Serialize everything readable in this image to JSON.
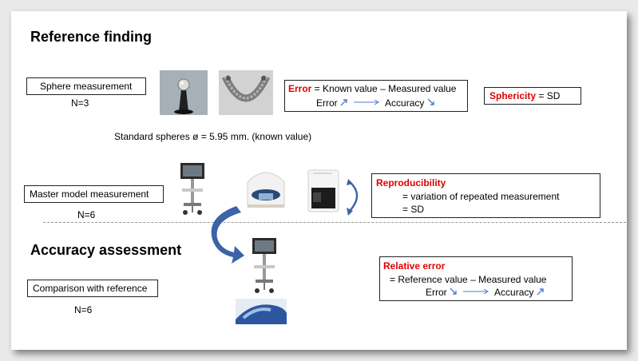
{
  "sections": {
    "reference_title": "Reference finding",
    "accuracy_title": "Accuracy assessment"
  },
  "sphere": {
    "box_label": "Sphere measurement",
    "n": "N=3",
    "standard_note": "Standard spheres ø = 5.95 mm. (known value)"
  },
  "error_box": {
    "term": "Error",
    "definition": " = Known value – Measured value",
    "error_word": "Error",
    "accuracy_word": "Accuracy"
  },
  "sphericity_box": {
    "term": "Sphericity",
    "definition": " = SD"
  },
  "master": {
    "box_label": "Master model measurement",
    "n": "N=6"
  },
  "reproducibility_box": {
    "term": "Reproducibility",
    "line1": "= variation of repeated measurement",
    "line2": "= SD"
  },
  "comparison": {
    "box_label": "Comparison with reference",
    "n": "N=6"
  },
  "relative_error_box": {
    "term": "Relative error",
    "line1": "= Reference value – Measured value",
    "error_word": "Error",
    "accuracy_word": "Accuracy"
  },
  "colors": {
    "accent_red": "#e00000",
    "arrow_blue": "#3b63a8",
    "trend_blue": "#4a7fd0"
  }
}
